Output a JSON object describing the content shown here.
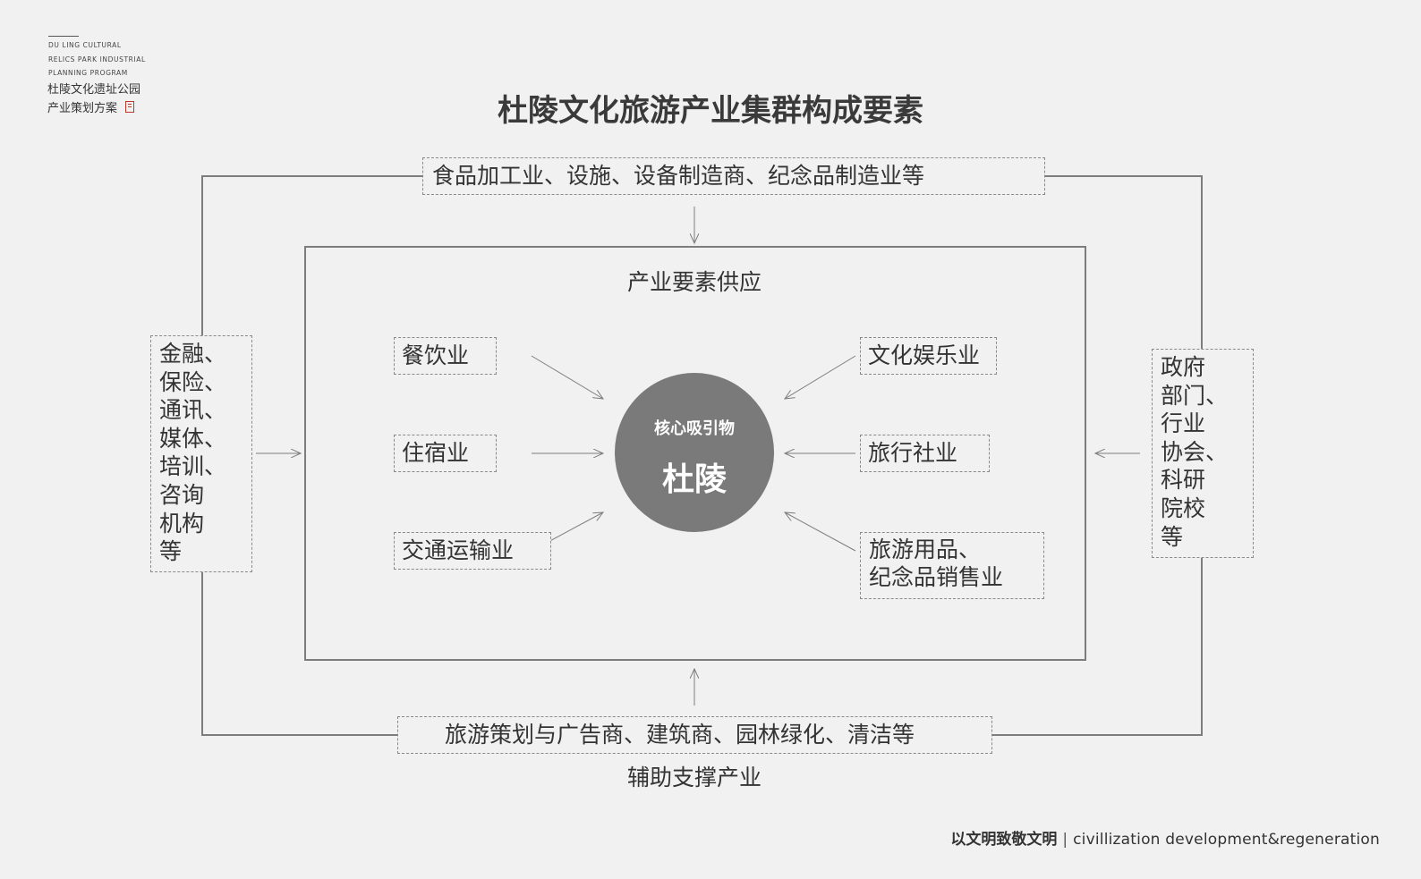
{
  "logo": {
    "en_line1": "DU LING CULTURAL",
    "en_line2": "RELICS PARK INDUSTRIAL",
    "en_line3": "PLANNING PROGRAM",
    "cn_line1": "杜陵文化遗址公园",
    "cn_line2": "产业策划方案"
  },
  "title": "杜陵文化旅游产业集群构成要素",
  "outer": {
    "top": "食品加工业、设施、设备制造商、纪念品制造业等",
    "bottom": "旅游策划与广告商、建筑商、园林绿化、清洁等",
    "left": [
      "金融、",
      "保险、",
      "通讯、",
      "媒体、",
      "培训、",
      "咨询",
      "机构",
      "等"
    ],
    "right": [
      "政府",
      "部门、",
      "行业",
      "协会、",
      "科研",
      "院校",
      "等"
    ],
    "support_label": "辅助支撑产业"
  },
  "inner": {
    "supply_label": "产业要素供应",
    "left_items": [
      "餐饮业",
      "住宿业",
      "交通运输业"
    ],
    "right_items": [
      "文化娱乐业",
      "旅行社业"
    ],
    "right_item_multi": [
      "旅游用品、",
      "纪念品销售业"
    ]
  },
  "core": {
    "subtitle": "核心吸引物",
    "name": "杜陵"
  },
  "footer": {
    "cn": "以文明致敬文明",
    "separator": "|",
    "en": "civillization development&regeneration"
  }
}
